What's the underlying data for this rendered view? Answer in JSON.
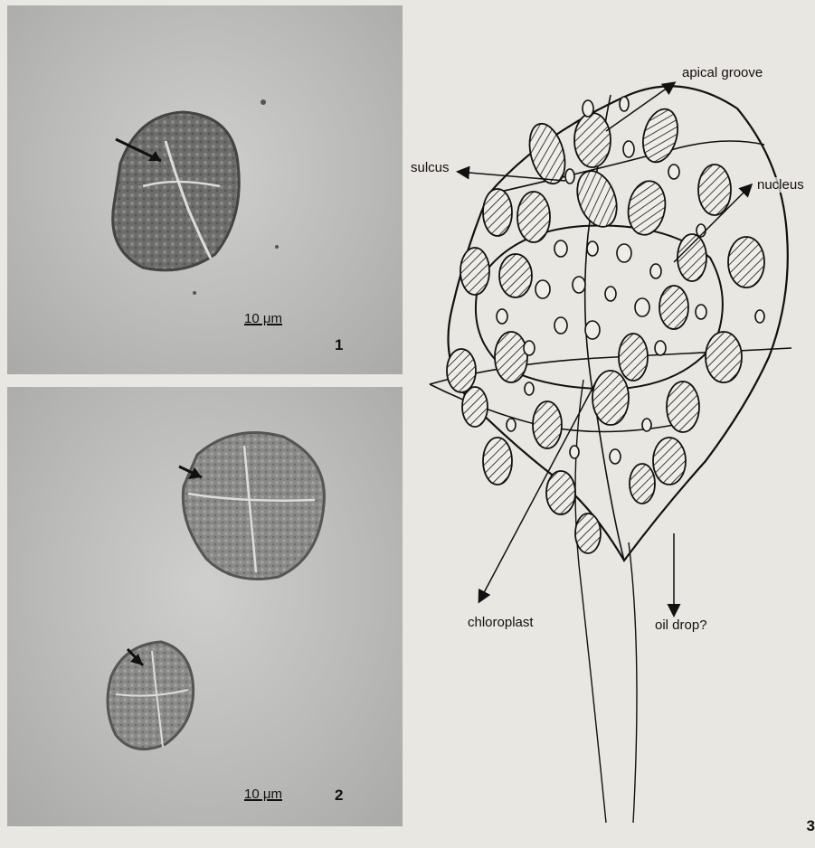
{
  "figure_panels": {
    "panel1": {
      "scale_bar": "10 μm",
      "number": "1"
    },
    "panel2": {
      "scale_bar": "10 μm",
      "number": "2"
    }
  },
  "diagram": {
    "labels": {
      "apical_groove": "apical groove",
      "sulcus": "sulcus",
      "nucleus": "nucleus",
      "oil_drop": "oil drop?",
      "chloroplast": "chloroplast"
    },
    "figure_number": "3"
  },
  "colors": {
    "page": "#e9e7e2",
    "photo": "#b9b9b7",
    "ink": "#111111"
  }
}
